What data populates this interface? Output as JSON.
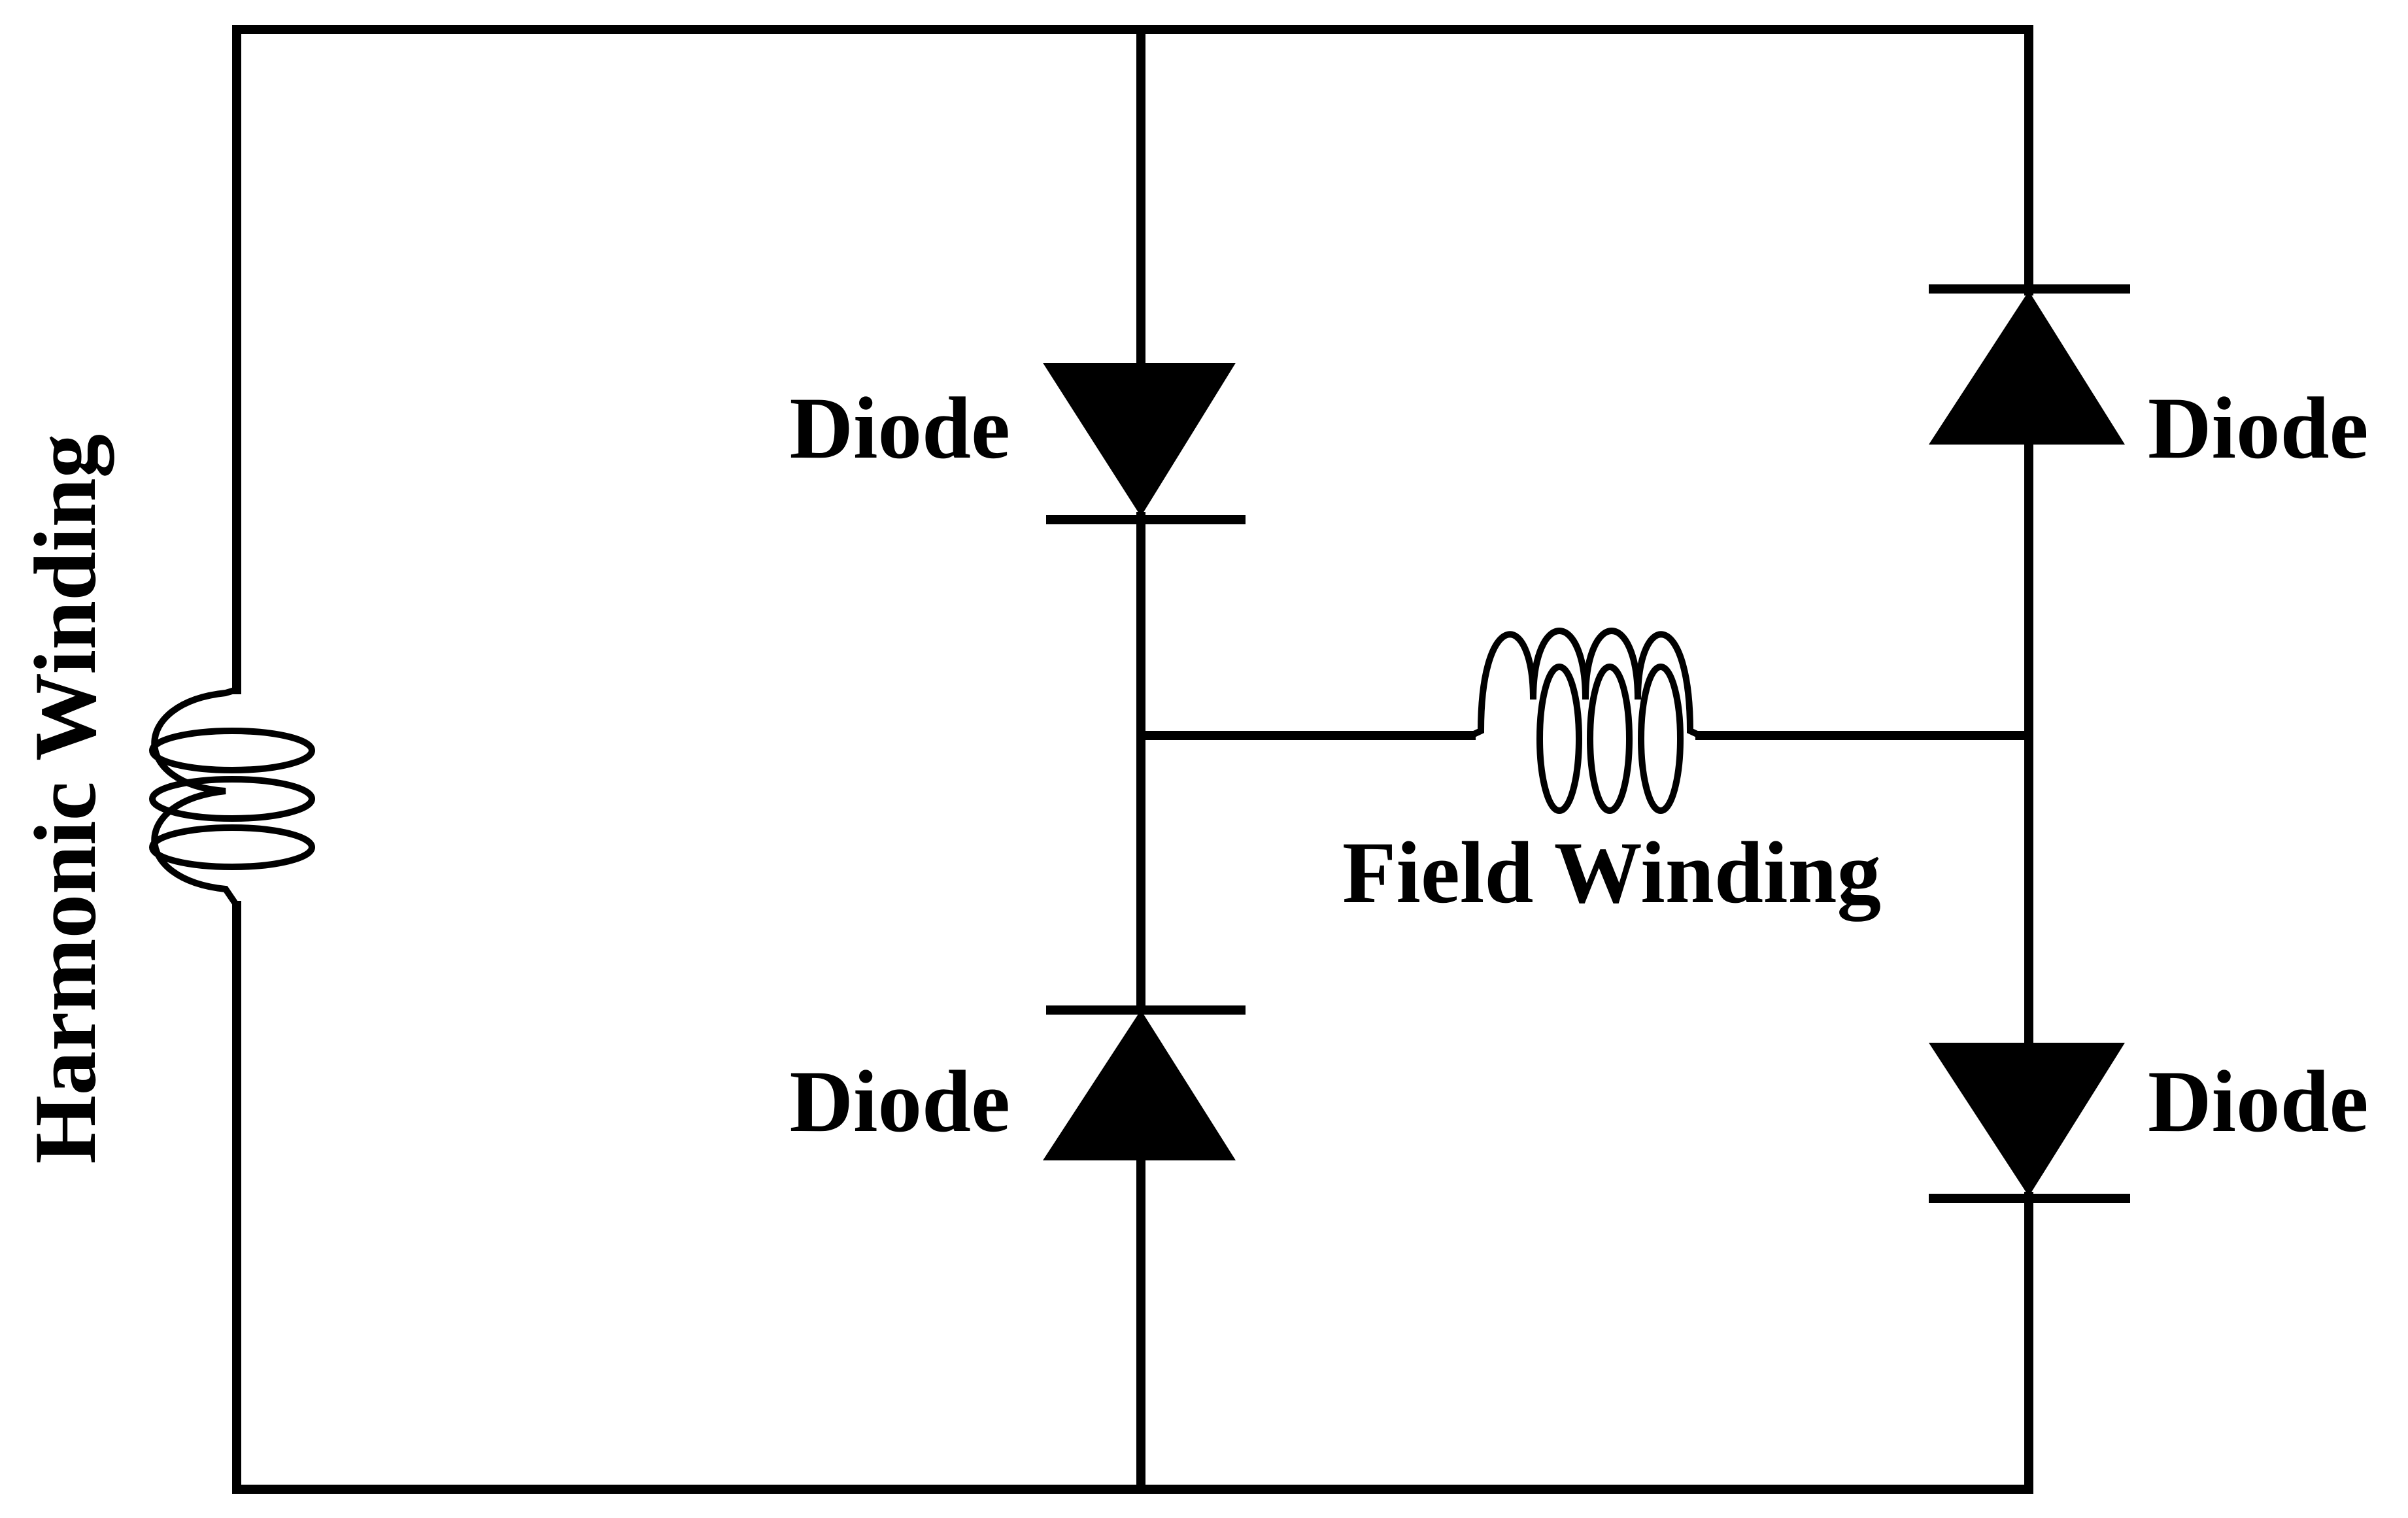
{
  "labels": {
    "harmonic_winding": "Harmonic Winding",
    "field_winding": "Field Winding",
    "diode_top_left": "Diode",
    "diode_bottom_left": "Diode",
    "diode_top_right": "Diode",
    "diode_bottom_right": "Diode"
  },
  "colors": {
    "line": "#000000",
    "background": "#ffffff"
  }
}
